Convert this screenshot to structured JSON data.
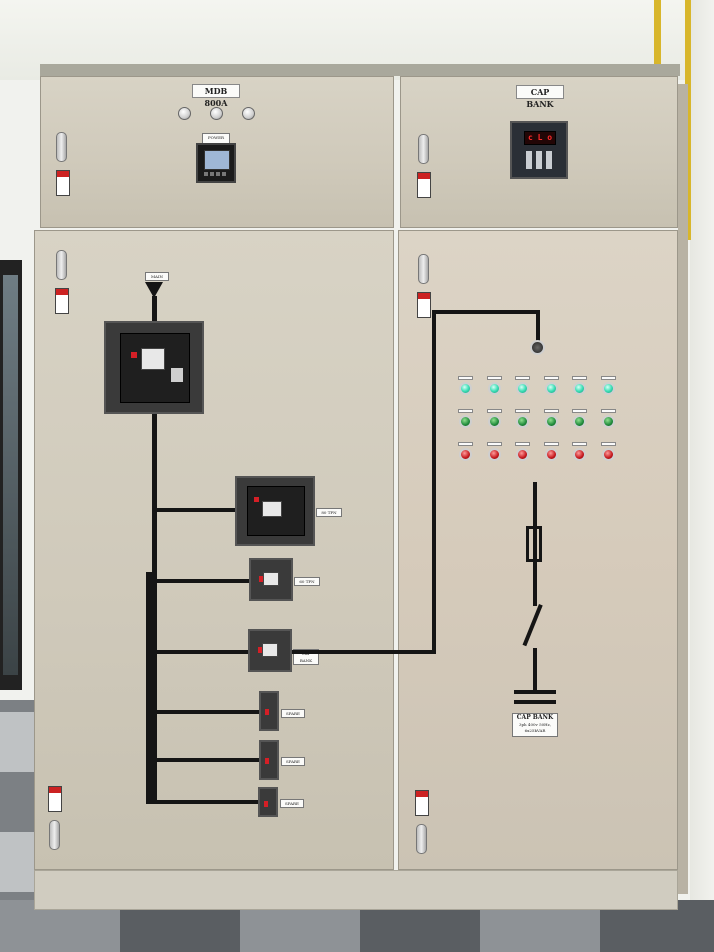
{
  "left_section": {
    "nameplate": "MDB 800A",
    "meter_label": "POWER METER",
    "main_label": "MAIN",
    "outgoing_labels": [
      "80 TPN",
      "60 TPN",
      "CAP BANK",
      "SPARE",
      "SPARE",
      "SPARE"
    ]
  },
  "right_section": {
    "nameplate": "CAP BANK",
    "controller_display": "c L o",
    "capbank_plate_line1": "CAP BANK",
    "capbank_plate_line2": "3ph 400v 50Hz,",
    "capbank_plate_line3": "6x25kVAR",
    "lamp_columns": 6
  },
  "colors": {
    "cabinet": "#d4cebf",
    "busbar": "#151515",
    "breaker": "#2e2e2e",
    "lamp_green": "#3fe0b8",
    "lamp_red": "#c4161c"
  }
}
